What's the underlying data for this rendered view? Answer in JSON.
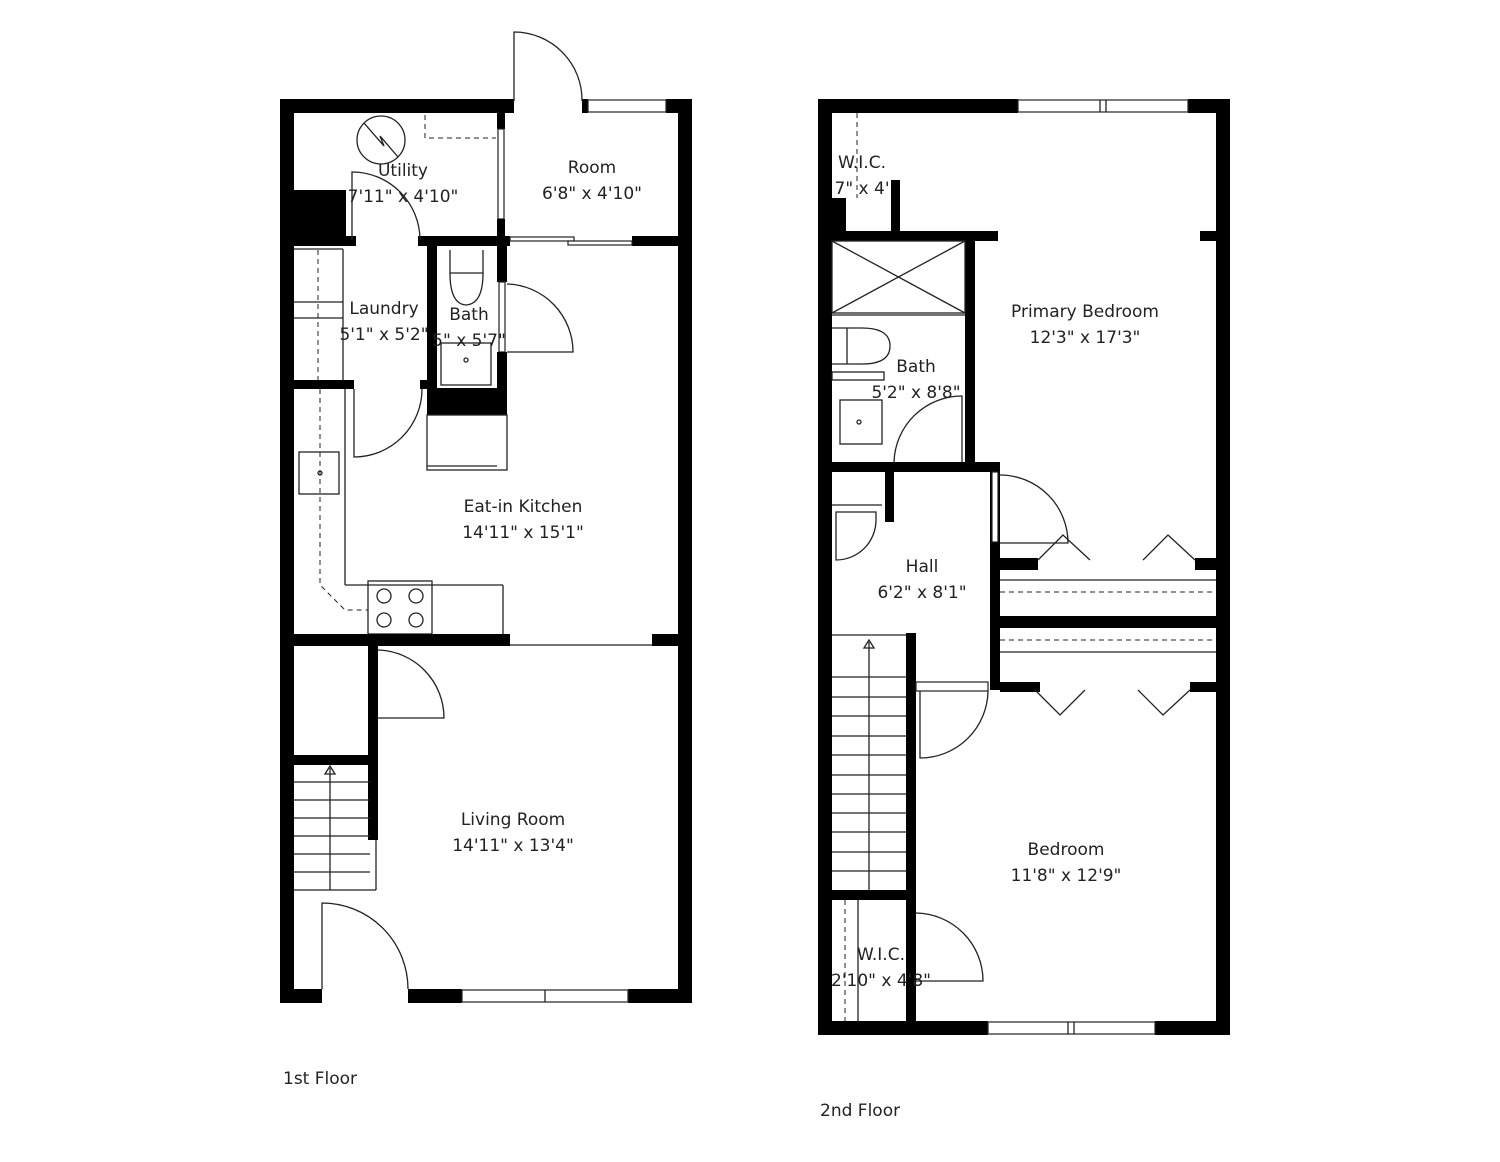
{
  "floors": [
    {
      "label": "1st Floor",
      "rooms": [
        {
          "name": "Utility",
          "size": "7'11\" x 4'10\""
        },
        {
          "name": "Room",
          "size": "6'8\" x 4'10\""
        },
        {
          "name": "Laundry",
          "size": "5'1\" x 5'2\""
        },
        {
          "name": "Bath",
          "size": "5\" x 5'7\""
        },
        {
          "name": "Eat-in Kitchen",
          "size": "14'11\" x 15'1\""
        },
        {
          "name": "Living Room",
          "size": "14'11\" x 13'4\""
        }
      ]
    },
    {
      "label": "2nd Floor",
      "rooms": [
        {
          "name": "W.I.C.",
          "size": "7\" x 4'"
        },
        {
          "name": "Primary Bedroom",
          "size": "12'3\" x 17'3\""
        },
        {
          "name": "Bath",
          "size": "5'2\" x 8'8\""
        },
        {
          "name": "Hall",
          "size": "6'2\" x 8'1\""
        },
        {
          "name": "Bedroom",
          "size": "11'8\" x 12'9\""
        },
        {
          "name": "W.I.C.",
          "size": "2'10\" x 4'8\""
        }
      ]
    }
  ],
  "colors": {
    "wall": "#000000",
    "line": "#222222",
    "background": "#ffffff"
  }
}
